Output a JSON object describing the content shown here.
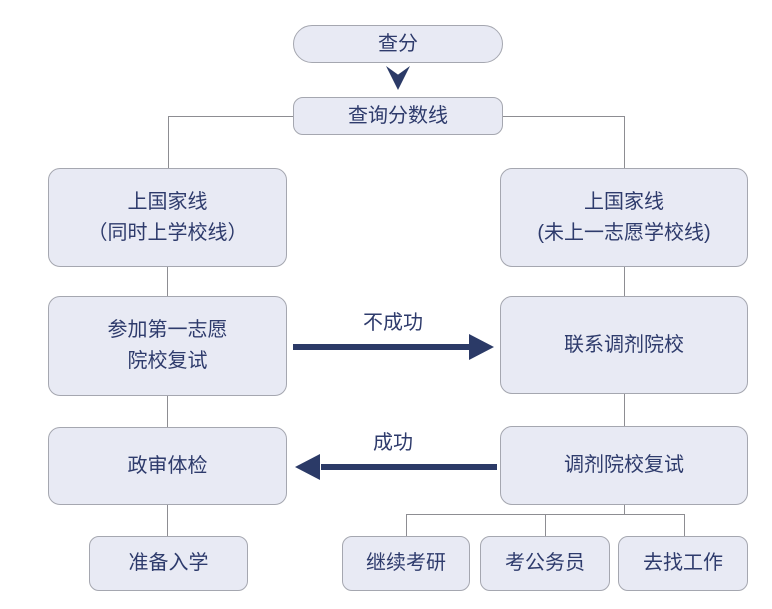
{
  "colors": {
    "background": "#ffffff",
    "node_fill": "#e8eaf4",
    "node_border": "#a5a7b0",
    "connector": "#8d8d92",
    "arrow": "#2b3a67",
    "text": "#2e3b6c"
  },
  "flowchart": {
    "nodes": {
      "check_score": {
        "label": "查分"
      },
      "check_cutoff": {
        "label": "查询分数线"
      },
      "left_branch": {
        "line1": "上国家线",
        "line2": "（同时上学校线）"
      },
      "right_branch": {
        "line1": "上国家线",
        "line2": "(未上一志愿学校线)"
      },
      "first_choice_retest": {
        "line1": "参加第一志愿",
        "line2": "院校复试"
      },
      "contact_adjustment": {
        "label": "联系调剂院校"
      },
      "political_review": {
        "label": "政审体检"
      },
      "adjustment_retest": {
        "label": "调剂院校复试"
      },
      "prepare_enrollment": {
        "label": "准备入学"
      },
      "retake_exam": {
        "label": "继续考研"
      },
      "civil_service_exam": {
        "label": "考公务员"
      },
      "find_job": {
        "label": "去找工作"
      }
    },
    "edge_labels": {
      "unsuccessful": "不成功",
      "successful": "成功"
    }
  }
}
